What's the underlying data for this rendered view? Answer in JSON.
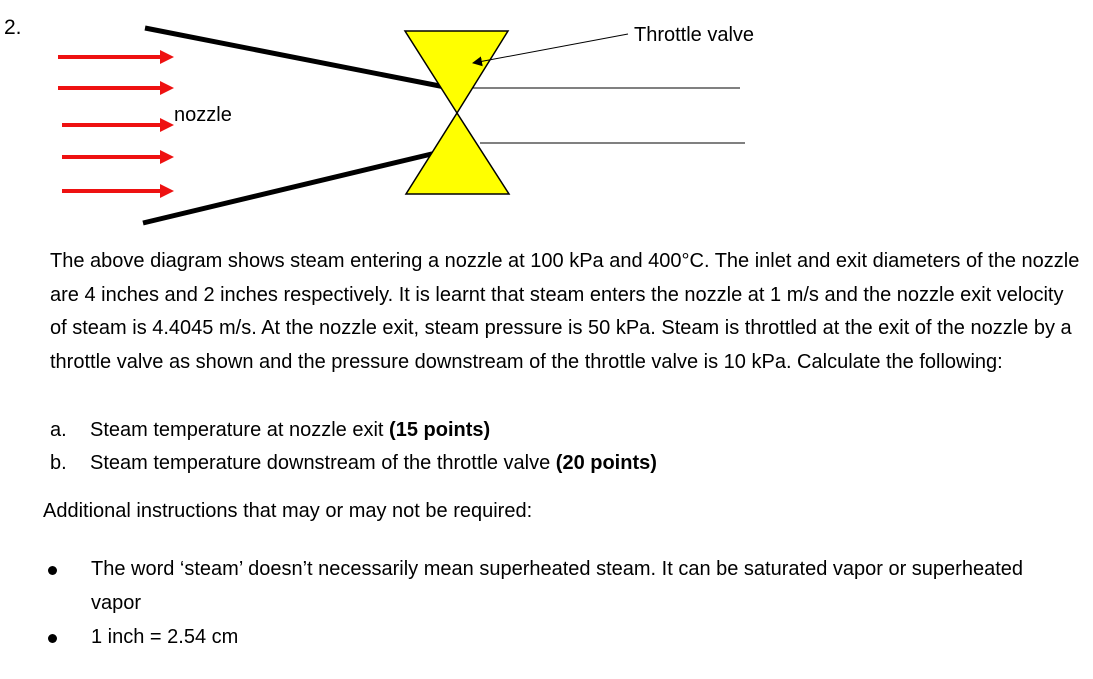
{
  "question_number": "2.",
  "diagram": {
    "nozzle_label": "nozzle",
    "valve_label": "Throttle valve",
    "colors": {
      "flow_arrow": "#ee1111",
      "valve_fill": "#ffff00",
      "outline": "#000000"
    }
  },
  "problem_text": "The above diagram shows steam entering a nozzle at 100 kPa and 400°C. The inlet and exit diameters of the nozzle are 4 inches and 2 inches respectively. It is learnt that steam enters the nozzle at 1 m/s and the nozzle exit velocity of steam is 4.4045 m/s. At the nozzle exit, steam pressure is 50 kPa. Steam is throttled at the exit of the nozzle by a throttle valve as shown and the pressure downstream of the throttle valve is 10 kPa. Calculate the following:",
  "parts": [
    {
      "marker": "a.",
      "text": "Steam temperature at nozzle exit ",
      "points": "(15 points)"
    },
    {
      "marker": "b.",
      "text": "Steam temperature downstream of the throttle valve ",
      "points": "(20 points)"
    }
  ],
  "additional_heading": "Additional instructions that may or may not be required:",
  "instructions": [
    "The word ‘steam’ doesn’t necessarily mean superheated steam. It can be saturated vapor or superheated vapor",
    "1 inch = 2.54 cm"
  ]
}
